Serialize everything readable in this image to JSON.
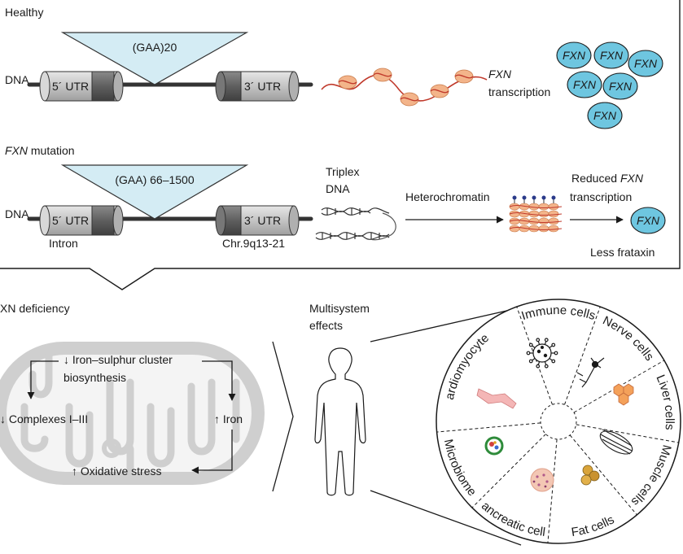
{
  "healthy": {
    "title": "Healthy",
    "dna_label": "DNA",
    "repeat": "(GAA)20",
    "utr5": "5´ UTR",
    "utr3": "3´ UTR",
    "transcription_gene": "FXN",
    "transcription_label": "transcription",
    "protein_label": "FXN",
    "protein_count": 6
  },
  "mutation": {
    "title_gene": "FXN",
    "title_rest": " mutation",
    "dna_label": "DNA",
    "repeat": "(GAA) 66–1500",
    "utr5": "5´ UTR",
    "utr3": "3´ UTR",
    "intron": "Intron",
    "chromosome": "Chr.9q13-21",
    "triplex_line1": "Triplex",
    "triplex_line2": "DNA",
    "heterochromatin": "Heterochromatin",
    "reduced_line1_pre": "Reduced ",
    "reduced_line1_gene": "FXN",
    "reduced_line2": "transcription",
    "protein_label": "FXN",
    "less": "Less frataxin"
  },
  "deficiency": {
    "title": "XN deficiency",
    "iron_sulphur_line1": "↓ Iron–sulphur cluster",
    "iron_sulphur_line2": "biosynthesis",
    "complexes": "↓ Complexes I–III",
    "iron": "↑ Iron",
    "oxidative": "↑ Oxidative stress"
  },
  "multisystem": {
    "title_line1": "Multisystem",
    "title_line2": "effects",
    "segments": [
      "Immune cells",
      "Nerve cells",
      "Liver cells",
      "Muscle cells",
      "Fat cells",
      "Pancreatic cells",
      "Microbiome",
      "Cardiomyocytes"
    ]
  },
  "colors": {
    "protein_fill": "#6ec6e0",
    "triangle_fill": "#d4ecf4",
    "utr_fill": "#c8c8c8",
    "utr_dark": "#6b6b6b",
    "mrna": "#c0392b",
    "nucleosome": "#f3b48a",
    "mito": "#cfcfcf"
  }
}
